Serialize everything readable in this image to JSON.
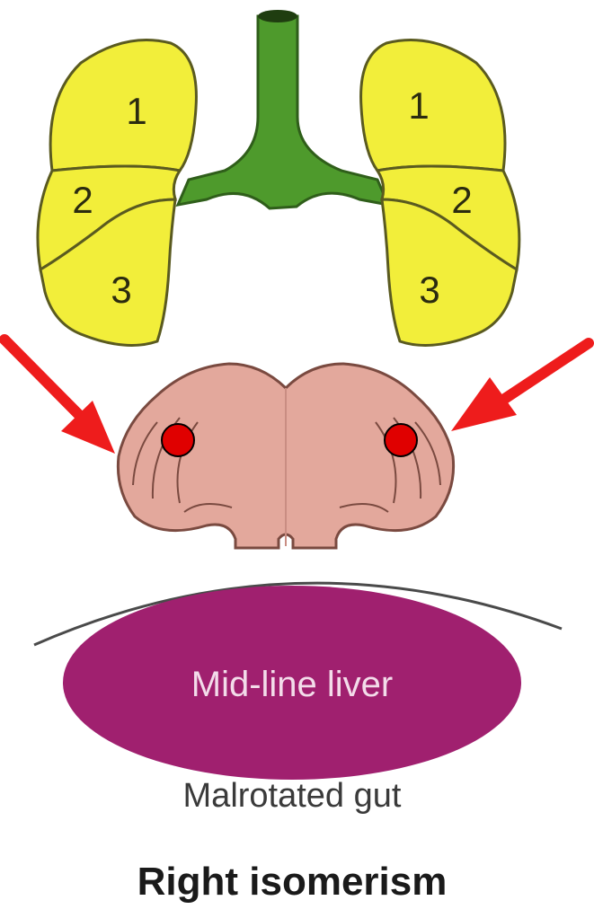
{
  "diagram": {
    "left_lung": {
      "lobes": [
        "1",
        "2",
        "3"
      ]
    },
    "right_lung": {
      "lobes": [
        "1",
        "2",
        "3"
      ]
    },
    "liver_label": "Mid-line liver",
    "gut_label": "Malrotated gut",
    "title": "Right isomerism"
  },
  "colors": {
    "lung_fill": "#f2ee3a",
    "lung_outline": "#5a5a20",
    "airway": "#4e9a2c",
    "heart": "#e3a89c",
    "liver": "#a0206f",
    "arrow": "#ee1c1c",
    "dot": "#e00000"
  }
}
